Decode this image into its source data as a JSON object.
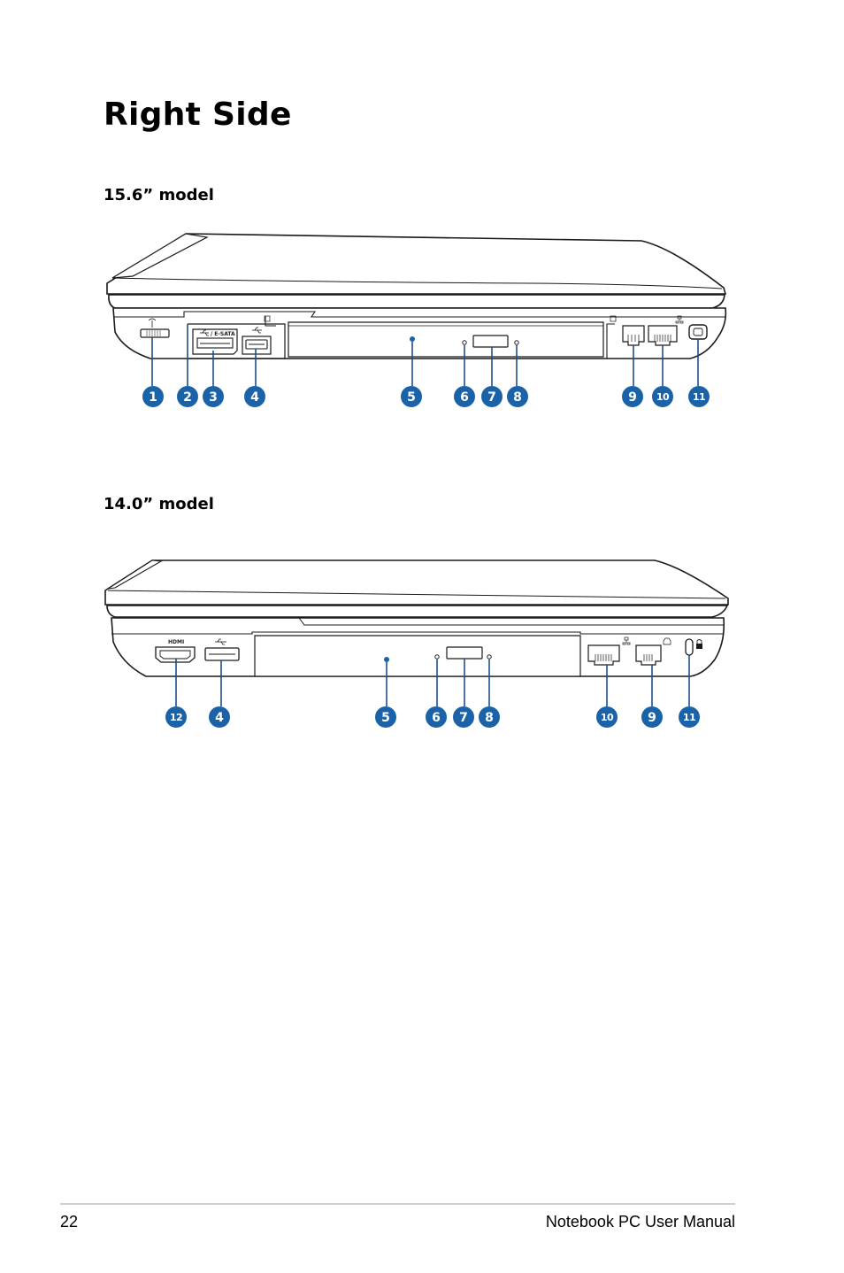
{
  "page": {
    "title": "Right Side",
    "footer": {
      "page_number": "22",
      "manual_name": "Notebook PC User Manual"
    }
  },
  "models": [
    {
      "heading": "15.6” model",
      "callouts": [
        "1",
        "2",
        "3",
        "4",
        "5",
        "6",
        "7",
        "8",
        "9",
        "10",
        "11"
      ],
      "port_labels": {
        "esata": "/ E-SATA"
      }
    },
    {
      "heading": "14.0” model",
      "callouts": [
        "12",
        "4",
        "5",
        "6",
        "7",
        "8",
        "10",
        "9",
        "11"
      ],
      "port_labels": {
        "hdmi": "HDMI"
      }
    }
  ],
  "colors": {
    "callout": "#1a63a8",
    "line": "#1e4e8c",
    "outline": "#1a1a1a"
  },
  "icons": [
    "wireless-icon",
    "usb-icon",
    "kensington-lock-icon",
    "lan-icon",
    "modem-icon"
  ]
}
